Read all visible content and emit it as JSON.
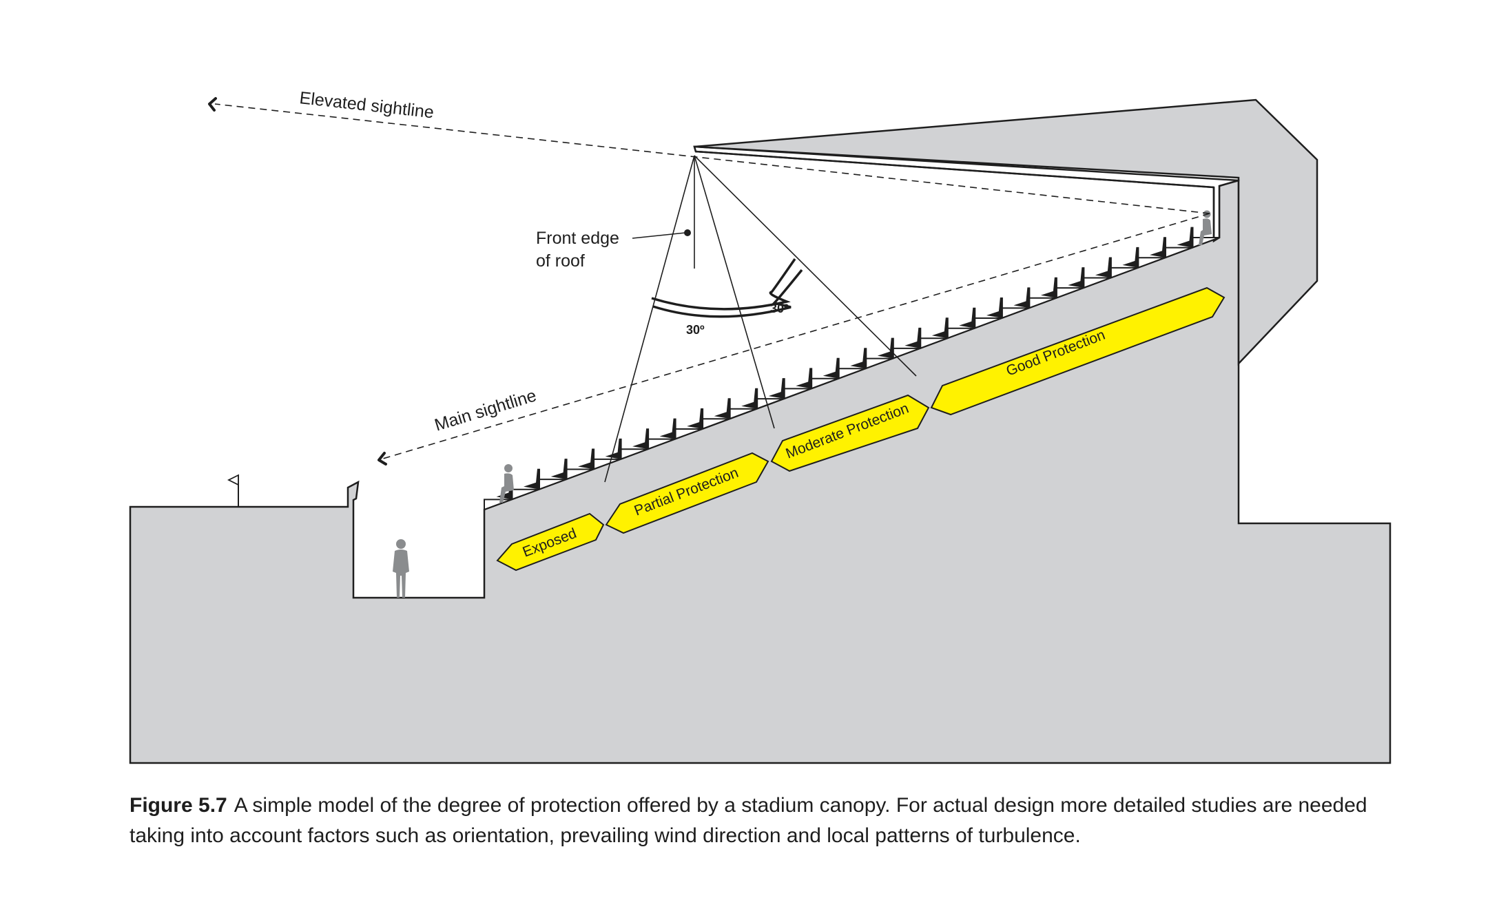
{
  "labels": {
    "elevated_sightline": "Elevated sightline",
    "main_sightline": "Main sightline",
    "front_edge_line1": "Front edge",
    "front_edge_line2": "of roof",
    "angle_left": "30º",
    "angle_right": "30º"
  },
  "zones": [
    {
      "label": "Exposed"
    },
    {
      "label": "Partial Protection"
    },
    {
      "label": "Moderate Protection"
    },
    {
      "label": "Good Protection"
    }
  ],
  "caption": {
    "figure_number": "Figure 5.7",
    "text": "A simple model of the degree of protection offered by a stadium canopy. For actual design more detailed studies are needed taking into account factors such as orientation, prevailing wind direction and local patterns of turbulence."
  },
  "colors": {
    "structure_fill": "#d1d2d4",
    "zone_fill": "#fff200",
    "line": "#1e1e1e",
    "figure_silhouette": "#8a8c8e"
  }
}
